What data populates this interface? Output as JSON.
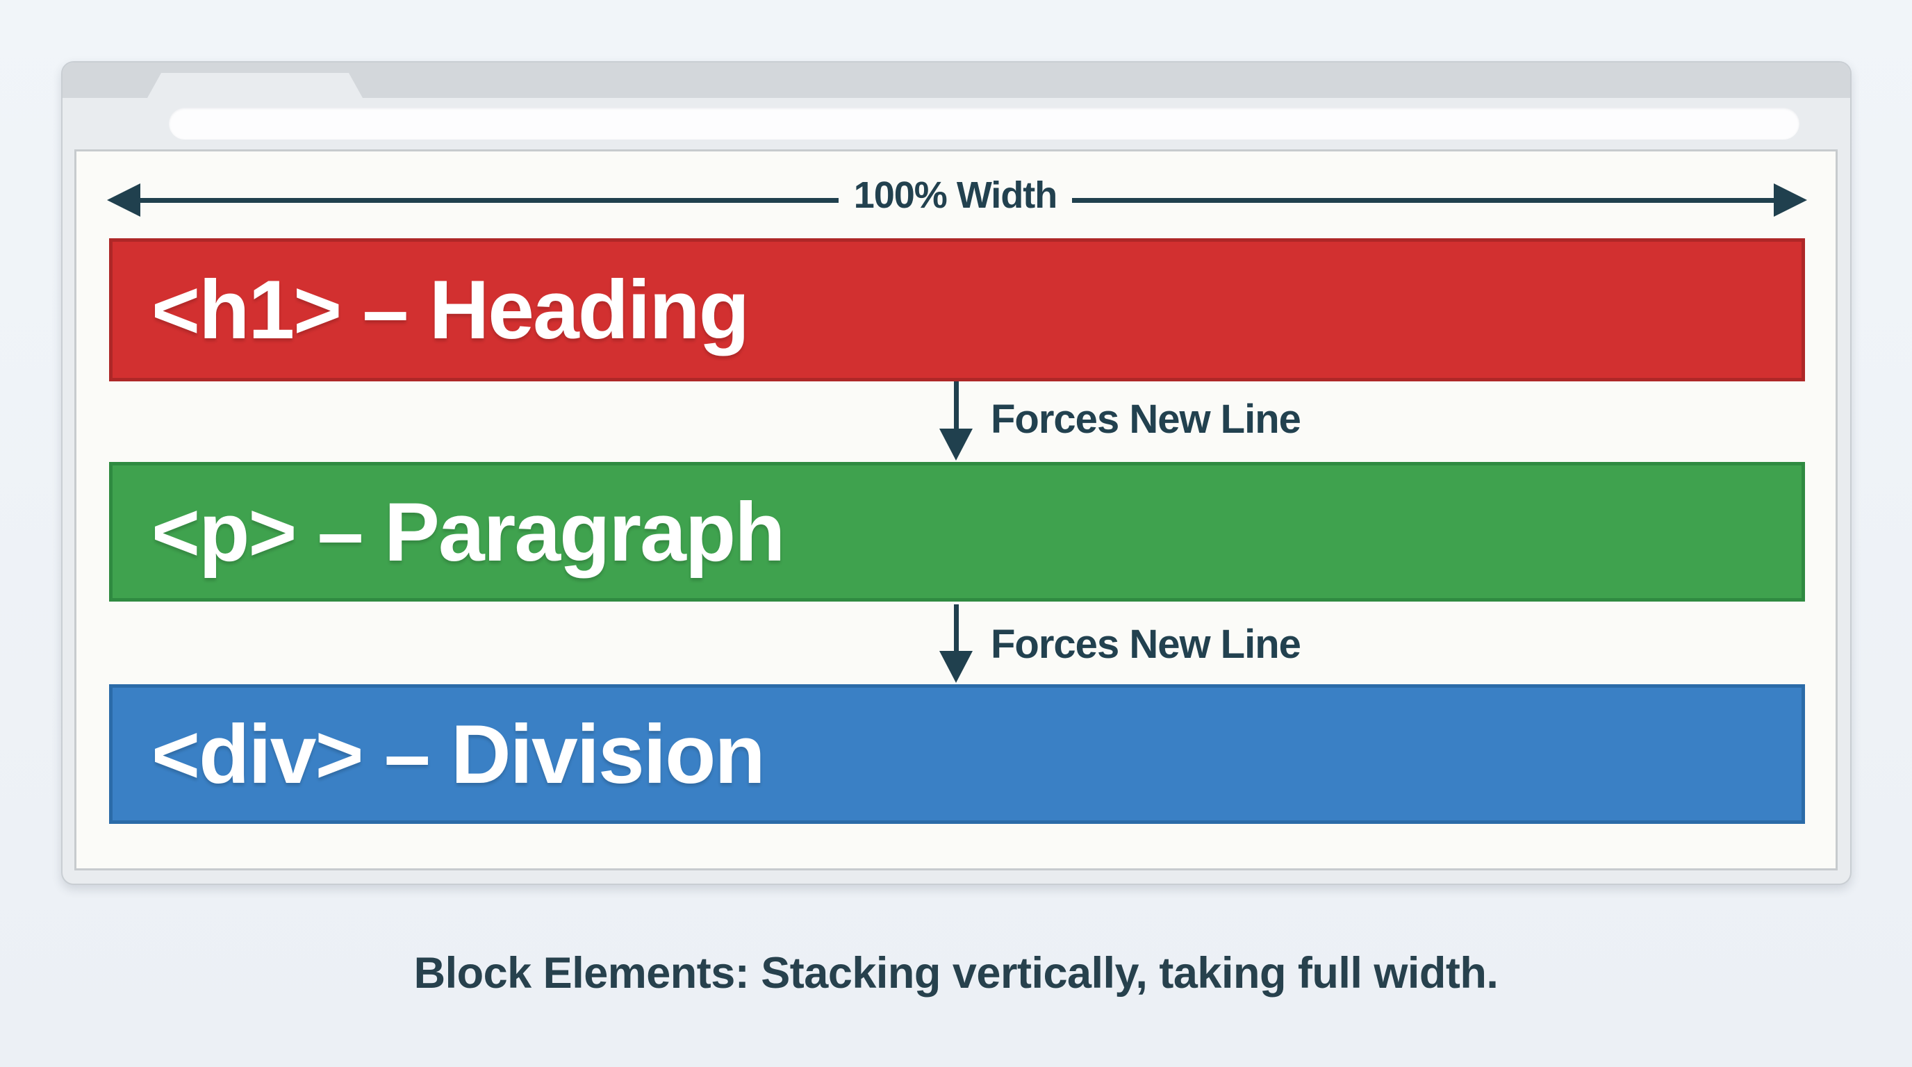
{
  "diagram": {
    "width_label": "100% Width",
    "blocks": [
      {
        "label": "<h1> – Heading",
        "element": "h1",
        "fill": "#d23030",
        "border": "#ae2727"
      },
      {
        "label": "<p> – Paragraph",
        "element": "p",
        "fill": "#3fa24e",
        "border": "#2f8a41"
      },
      {
        "label": "<div> – Division",
        "element": "div",
        "fill": "#3a80c5",
        "border": "#2b6ba8"
      }
    ],
    "flow_arrows": [
      {
        "label": "Forces New Line"
      },
      {
        "label": "Forces New Line"
      }
    ],
    "arrow_color": "#20404e",
    "label_color": "#22414f"
  },
  "caption": {
    "text": "Block Elements: Stacking vertically, taking full width."
  }
}
